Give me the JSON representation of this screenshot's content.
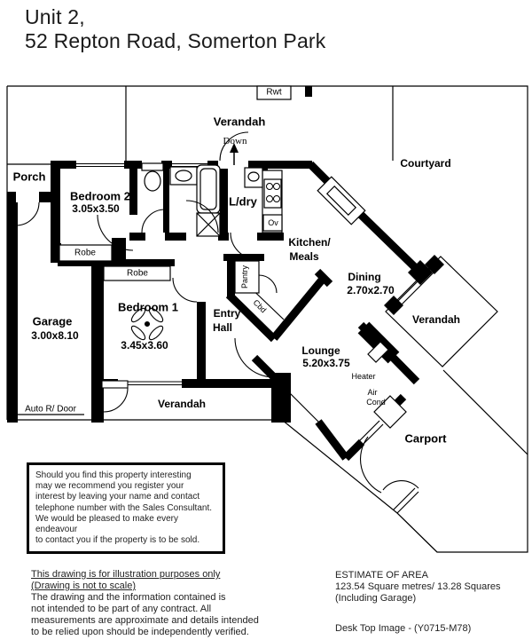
{
  "title": {
    "line1": "Unit 2,",
    "line2": "52 Repton Road, Somerton Park"
  },
  "labels": {
    "rwt": "Rwt",
    "verandah_top": "Verandah",
    "down": "Down",
    "porch": "Porch",
    "bedroom2_name": "Bedroom 2",
    "bedroom2_dims": "3.05x3.50",
    "robe_bed2": "Robe",
    "robe_bed1": "Robe",
    "ldry": "L/dry",
    "ov": "Ov",
    "kitchen_line1": "Kitchen/",
    "kitchen_line2": "Meals",
    "courtyard": "Courtyard",
    "dining_name": "Dining",
    "dining_dims": "2.70x2.70",
    "verandah_right": "Verandah",
    "garage_name": "Garage",
    "garage_dims": "3.00x8.10",
    "bedroom1_name": "Bedroom 1",
    "bedroom1_dims": "3.45x3.60",
    "entry_line1": "Entry",
    "entry_line2": "Hall",
    "pantry": "Pantry",
    "cbd": "Cbd",
    "lounge_name": "Lounge",
    "lounge_dims": "5.20x3.75",
    "heater": "Heater",
    "air_line1": "Air",
    "air_line2": "Cond",
    "auto_door": "Auto R/ Door",
    "verandah_bottom": "Verandah",
    "carport": "Carport"
  },
  "notice_box": {
    "lines": [
      "Should you find this property interesting",
      "may we recommend you register your",
      "interest by leaving your name and contact",
      "telephone number with the Sales Consultant.",
      "We would be pleased to make every endeavour",
      "to contact you if the property is to be sold."
    ]
  },
  "footer": {
    "left": {
      "underlined_lines": [
        "This drawing is for illustration purposes only",
        "(Drawing is not to scale)"
      ],
      "lines": [
        "The drawing and the information contained is",
        "not intended to be part of any contract.  All",
        "measurements are approximate and details intended",
        "to be relied upon should be independently verified."
      ]
    },
    "estimate": {
      "heading": "ESTIMATE OF AREA",
      "line1": "123.54 Square metres/  13.28 Squares",
      "line2": "(Including Garage)"
    },
    "credit": "Desk Top Image - (Y0715-M78)"
  }
}
